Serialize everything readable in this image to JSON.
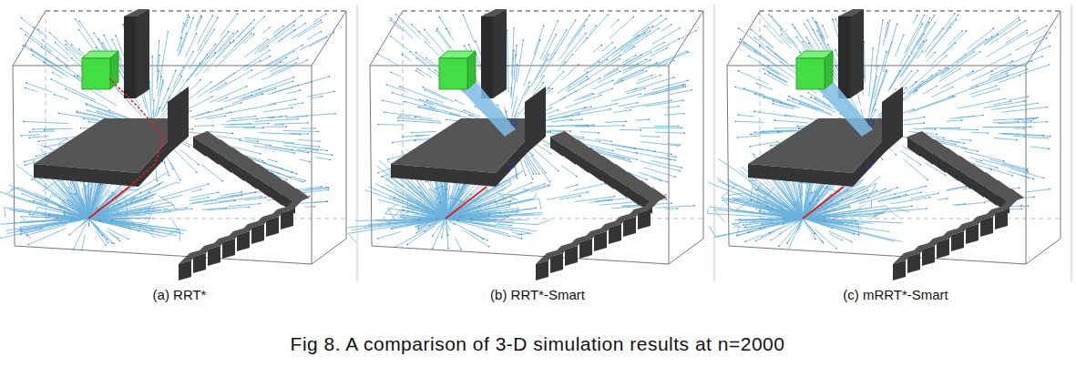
{
  "diagram": {
    "caption": "Fig 8. A comparison of 3-D simulation results at n=2000",
    "labels": [
      "(a) RRT*",
      "(b) RRT*-Smart",
      "(c) mRRT*-Smart"
    ]
  }
}
